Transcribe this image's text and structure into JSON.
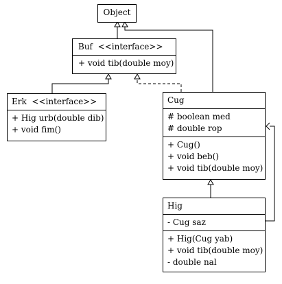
{
  "classes": {
    "object": {
      "name": "Object"
    },
    "buf": {
      "name": "Buf",
      "stereotype": "<<interface>>",
      "methods": [
        "+ void tib(double moy)"
      ]
    },
    "erk": {
      "name": "Erk",
      "stereotype": "<<interface>>",
      "methods": [
        "+ Hig urb(double dib)",
        "+ void fim()"
      ]
    },
    "cug": {
      "name": "Cug",
      "attributes": [
        "# boolean med",
        "# double rop"
      ],
      "methods": [
        "+ Cug()",
        "+ void beb()",
        "+ void tib(double moy)"
      ]
    },
    "hig": {
      "name": "Hig",
      "attributes": [
        "- Cug saz"
      ],
      "methods": [
        "+ Hig(Cug yab)",
        "+ void tib(double moy)",
        "- double nal"
      ]
    }
  },
  "relations": [
    {
      "from": "Buf",
      "to": "Object",
      "kind": "generalization"
    },
    {
      "from": "Cug",
      "to": "Object",
      "kind": "generalization"
    },
    {
      "from": "Erk",
      "to": "Buf",
      "kind": "generalization"
    },
    {
      "from": "Cug",
      "to": "Buf",
      "kind": "realization"
    },
    {
      "from": "Hig",
      "to": "Cug",
      "kind": "generalization"
    },
    {
      "from": "Hig",
      "to": "Cug",
      "kind": "composition"
    }
  ]
}
